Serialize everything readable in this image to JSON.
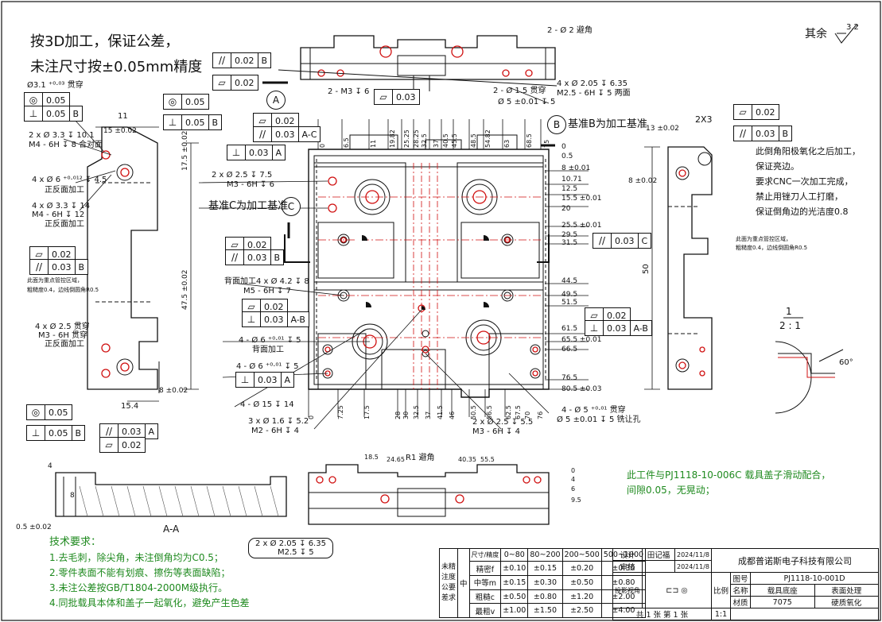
{
  "notes": {
    "process_line1": "按3D加工，保证公差，",
    "process_line2": "未注尺寸按±0.05mm精度",
    "remaining_roughness": "其余",
    "roughness_value": "3.2",
    "datum_b_label": "基准B为加工基准",
    "datum_c_label": "基准C为加工基准",
    "right_note_1": "此倒角阳极氧化之后加工，",
    "right_note_2": "保证亮边。",
    "right_note_3": "要求CNC一次加工完成，",
    "right_note_4": "禁止用锉刀人工打磨，",
    "right_note_5": "保证倒角边的光洁度0.8",
    "surface_note_1": "此面为重点管控区域，",
    "surface_note_2": "粗糙度0.4，边线倒圆角R0.5",
    "fit_note_1": "此工件与PJ1118-10-006C 载具盖子滑动配合，",
    "fit_note_2": "间隙0.05，无晃动；",
    "scale_label": "2 : 1",
    "scale_top": "1",
    "section_label": "A-A"
  },
  "tech": {
    "title": "技术要求：",
    "items": [
      "1.去毛刺，除尖角，未注倒角均为C0.5；",
      "2.零件表面不能有划痕、擦伤等表面缺陷；",
      "3.未注公差按GB/T1804-2000M级执行。",
      "4.同批载具本体和盖子一起氧化，避免产生色差"
    ]
  },
  "datums": {
    "a": "A",
    "b": "B",
    "c": "C"
  },
  "gdt": {
    "par_002": "0.02",
    "flat_002": "0.02",
    "perp_005": "0.05",
    "pos_005": "0.05",
    "perp_003": "0.03",
    "par_003": "0.03",
    "flat_003": "0.03",
    "ref_a": "A",
    "ref_b": "B",
    "ref_c": "C",
    "ref_ab": "A-B",
    "ref_ac": "A-C"
  },
  "callouts": {
    "c1": "Ø3.1 ⁺⁰·⁰³ 贯穿",
    "c2": "2 x Ø 3.3 ↧ 10.1",
    "c3": "M4 - 6H ↧ 8 合对面",
    "c4": "4 x Ø 6 ⁺⁰·⁰¹² ↧ 4.5",
    "c5": "正反面加工",
    "c6": "4 x Ø 3.3 ↧ 14",
    "c7": "M4 - 6H ↧ 12",
    "c8": "2 x Ø 2.5 ↧ 7.5",
    "c9": "M3 - 6H ↧ 6",
    "c10": "背面加工4 x Ø 4.2 ↧ 8",
    "c11": "M5 - 6H ↧ 7",
    "c12": "4 x Ø 2.5 贯穿",
    "c13": "M3 - 6H 贯穿",
    "c14": "4 - Ø 6 ⁺⁰·⁰¹ ↧ 5",
    "c15": "背面加工",
    "c16": "4 - Ø 15 ↧ 14",
    "c17": "3 x Ø 1.6 ↧ 5.2",
    "c18": "M2 - 6H ↧ 4",
    "c19": "2 x Ø 2.5 ↧ 5.5",
    "c20": "M3 - 6H ↧ 4",
    "c21": "4 - Ø 5 ⁺⁰·⁰¹ 贯穿",
    "c22": "Ø 5 ±0.01 ↧ 5 铣让孔",
    "c23": "2 - Ø 2 避角",
    "c24": "2 - Ø 1.5 贯穿",
    "c25": "Ø 5 ±0.01 ↧ 5",
    "c26": "4 x Ø 2.05 ↧ 6.35",
    "c27": "M2.5 - 6H ↧ 5 两面",
    "c28": "2 x Ø 2.05 ↧ 6.35",
    "c29": "M2.5 ↧ 5",
    "c30": "2 - M3 ↧ 6",
    "c31": "R1 避角",
    "c32": "2X3"
  },
  "dims_right": [
    "0",
    "0.5",
    "8 ±0.01",
    "10.71",
    "12.5",
    "15.5 ±0.01",
    "20",
    "25.5 ±0.01",
    "29.5",
    "31.5",
    "44.5",
    "49.5",
    "51.5",
    "61.5",
    "65.5 ±0.01",
    "66.5",
    "76.5",
    "80.5 ±0.03"
  ],
  "dims_bottom": [
    "0",
    "7.25",
    "17.5",
    "28",
    "30",
    "32.5",
    "37",
    "41.5",
    "46",
    "50.5",
    "56.5",
    "62.5",
    "67.5",
    "70",
    "76"
  ],
  "dims_top": [
    "0",
    "6.5",
    "11",
    "19.82",
    "25.25",
    "28.25",
    "32.5",
    "37",
    "40.5",
    "45.5",
    "48.5",
    "54.82",
    "63",
    "68.5",
    "75"
  ],
  "dims_left": [
    "11",
    "15 ±0.02",
    "17.5 ±0.02",
    "47.5 ±0.02",
    "15.4",
    "8 ±0.02"
  ],
  "dims_side": [
    "13 ±0.02",
    "8 ±0.02",
    "50",
    "60°"
  ],
  "dims_bottom_view": [
    "0",
    "4",
    "6",
    "9.5",
    "18.5",
    "24.65",
    "40.35",
    "55.5"
  ],
  "dims_section": [
    "0.5 ±0.02",
    "8",
    "4"
  ],
  "title_block": {
    "company": "成都普诺斯电子科技有限公司",
    "drawing_no": "PJ1118-10-001D",
    "part_name": "载具底座",
    "surface": "表面处理",
    "material": "7075",
    "treatment": "硬质氧化",
    "design_label": "设计",
    "design_name": "田记福",
    "design_date": "2024/11/8",
    "review_label": "审核",
    "review_date": "2024/11/8",
    "drawing_no_label": "图号",
    "name_label": "名称",
    "material_label": "材质",
    "scale_label": "比例",
    "scale": "1:1",
    "sheet_info": "共 1 张 第 1 张",
    "projection_label": "投影视角",
    "tol_side_1": "未精",
    "tol_side_2": "注度",
    "tol_side_3": "公要",
    "tol_side_4": "差求",
    "tol_mid": "中",
    "tol_head_grade": "精度",
    "tol_head_size": "尺寸",
    "tol_ranges": [
      "0~80",
      "80~200",
      "200~500",
      "500~1000"
    ],
    "tol_rows": [
      {
        "grade": "精密f",
        "vals": [
          "±0.10",
          "±0.15",
          "±0.20",
          "±0.30"
        ]
      },
      {
        "grade": "中等m",
        "vals": [
          "±0.15",
          "±0.30",
          "±0.50",
          "±0.80"
        ]
      },
      {
        "grade": "粗糙c",
        "vals": [
          "±0.50",
          "±0.80",
          "±1.20",
          "±2.00"
        ]
      },
      {
        "grade": "最粗v",
        "vals": [
          "±1.00",
          "±1.50",
          "±2.50",
          "±4.00"
        ]
      }
    ]
  }
}
